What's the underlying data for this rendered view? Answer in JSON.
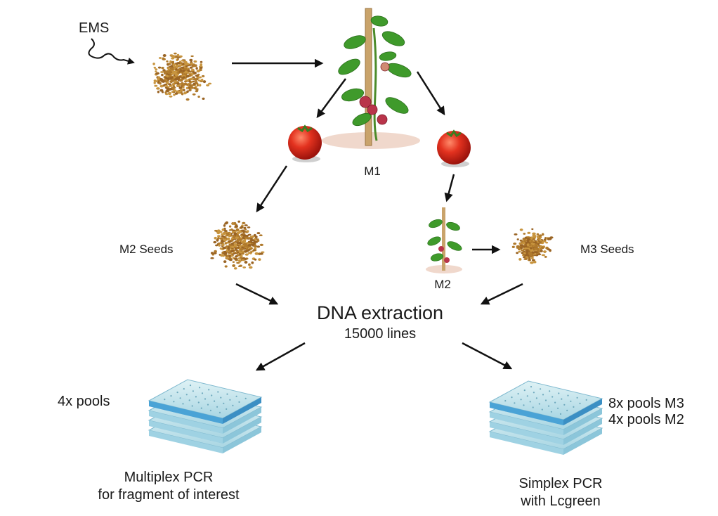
{
  "labels": {
    "ems": "EMS",
    "m1": "M1",
    "m2_seeds": "M2 Seeds",
    "m2": "M2",
    "m3_seeds": "M3 Seeds",
    "dna_extraction": "DNA extraction",
    "lines": "15000 lines",
    "pools_left": "4x pools",
    "pools_right_1": "8x pools M3",
    "pools_right_2": "4x pools M2",
    "pcr_left_1": "Multiplex PCR",
    "pcr_left_2": "for fragment of interest",
    "pcr_right_1": "Simplex PCR",
    "pcr_right_2": "with Lcgreen"
  },
  "colors": {
    "seed": "#b07a2c",
    "tomato": "#d8261a",
    "leaf": "#3f9a2b",
    "stake": "#c9a36b",
    "plate": "#bfe2ea",
    "plate_edge": "#4aa3d6",
    "arrow": "#111111"
  },
  "icons": [
    "seed-pile-icon",
    "tomato-plant-icon",
    "tomato-fruit-icon",
    "pcr-plate-stack-icon",
    "wavy-arrow-icon"
  ]
}
